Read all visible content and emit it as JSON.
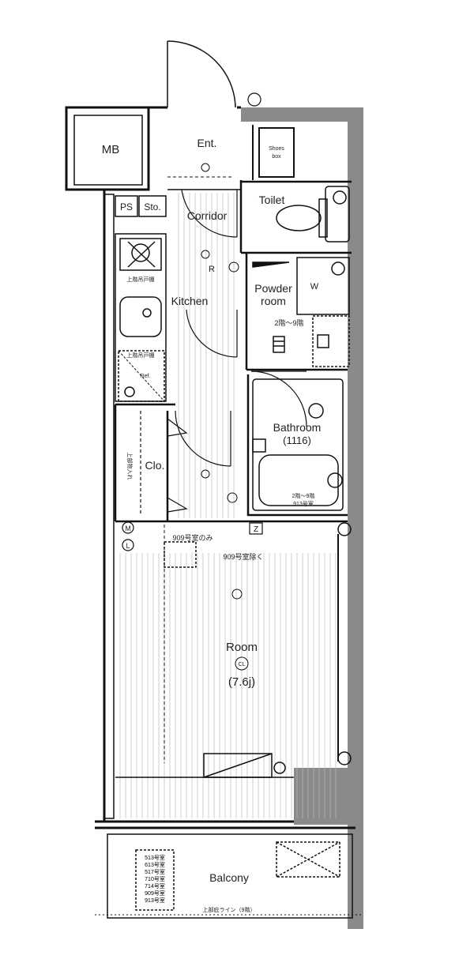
{
  "rooms": {
    "mb": "MB",
    "ent": "Ent.",
    "shoebox_line1": "Shoes",
    "shoebox_line2": "box",
    "ps": "PS",
    "sto": "Sto.",
    "corridor": "Corridor",
    "toilet": "Toilet",
    "powder_line1": "Powder",
    "powder_line2": "room",
    "kitchen": "Kitchen",
    "bathroom": "Bathroom",
    "bathroom_size": "(1116)",
    "clo": "Clo.",
    "room": "Room",
    "room_size": "(7.6j)",
    "balcony": "Balcony"
  },
  "symbols": {
    "cl": "CL",
    "w": "W",
    "r": "R",
    "m": "M",
    "l": "L",
    "z": "Z",
    "ref": "Ref."
  },
  "notes": {
    "note_909_a": "909号室のみ",
    "note_909_b": "909号室除く",
    "note_powder": "2階～9階",
    "note_bath_1": "2階～9階",
    "note_bath_2": "913号室",
    "note_upper": "上階吊戸棚",
    "note_upper_2": "上階吊戸棚",
    "note_clo": "上部物入れ",
    "balcony_line": "上部庇ライン（9階）",
    "units": [
      "513号室",
      "613号室",
      "517号室",
      "710号室",
      "714号室",
      "909号室",
      "913号室"
    ]
  }
}
